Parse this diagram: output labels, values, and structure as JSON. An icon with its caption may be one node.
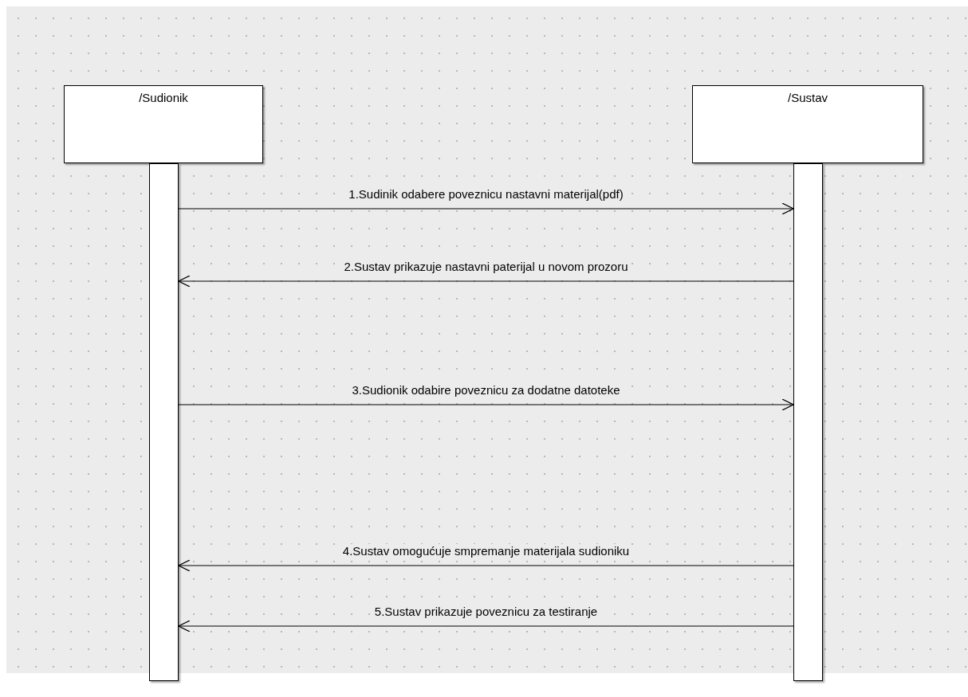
{
  "diagram": {
    "nodes": [
      {
        "text": [
          "/Sudionik"
        ]
      },
      {
        "text": [
          "/Sustav"
        ]
      },
      {
        "text": [],
        "shape": "bar"
      },
      {
        "text": [],
        "shape": "bar"
      }
    ],
    "edges": [
      {
        "from": 2,
        "to": 3,
        "arrow": "to",
        "label": "1.Sudinik odabere poveznicu nastavni materijal(pdf)"
      },
      {
        "from": 3,
        "to": 2,
        "arrow": "to",
        "label": "2.Sustav prikazuje nastavni paterijal u novom prozoru"
      },
      {
        "from": 2,
        "to": 3,
        "arrow": "to",
        "label": "3.Sudionik odabire poveznicu za dodatne datoteke"
      },
      {
        "from": 3,
        "to": 2,
        "arrow": "to",
        "label": "4.Sustav omogućuje smpremanje materijala sudioniku"
      },
      {
        "from": 3,
        "to": 2,
        "arrow": "to",
        "label": "5.Sustav prikazuje poveznicu za testiranje"
      }
    ]
  }
}
